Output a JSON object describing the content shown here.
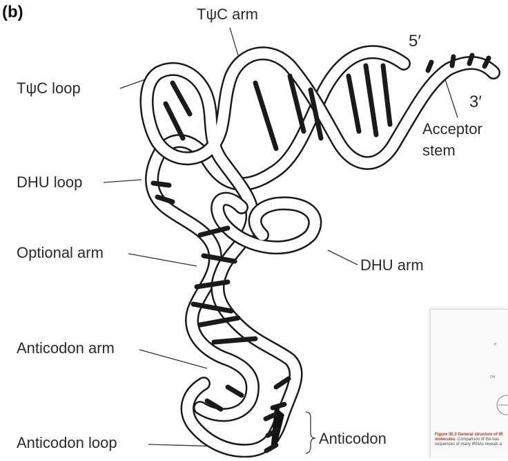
{
  "panel_label": "(b)",
  "labels": {
    "tpsic_arm": "TψC arm",
    "five_prime": "5′",
    "tpsic_loop": "TψC loop",
    "three_prime": "3′",
    "acceptor_stem_line1": "Acceptor",
    "acceptor_stem_line2": "stem",
    "dhu_loop": "DHU loop",
    "optional_arm": "Optional arm",
    "dhu_arm": "DHU arm",
    "anticodon_arm": "Anticodon arm",
    "anticodon": "Anticodon",
    "anticodon_loop": "Anticodon loop"
  },
  "inset": {
    "caption_bold": "Figure 30.3 General structure of tR",
    "caption_bold2": "molecules.",
    "caption_rest": " Comparison of the bas sequences of many tRNAs reveals a"
  },
  "colors": {
    "line": "#1a1a1a",
    "anticodon_fill": "#111111",
    "text": "#2a2a2a"
  }
}
